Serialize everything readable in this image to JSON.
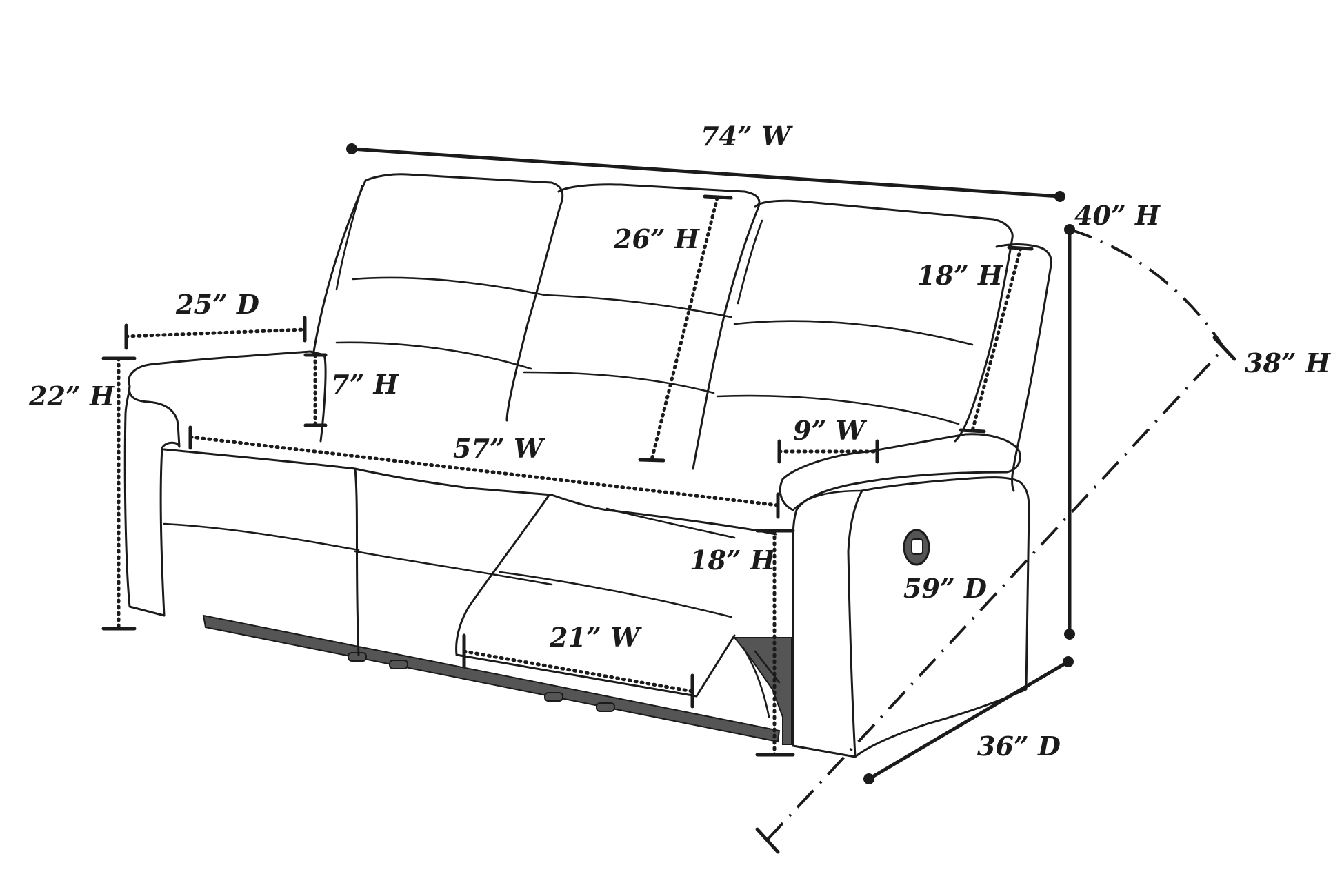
{
  "dimensions": {
    "overall_width": "74” W",
    "overall_height": "40” H",
    "reclined_height": "38” H",
    "overall_depth": "36” D",
    "reclined_depth": "59” D",
    "back_height": "26” H",
    "side_back_height": "18” H",
    "arm_depth": "25” D",
    "arm_height": "22” H",
    "arm_above_seat": "7” H",
    "seat_width": "57” W",
    "arm_width": "9” W",
    "seat_height": "18” H",
    "footrest_width": "21” W"
  },
  "colors": {
    "line": "#1b1b1b",
    "base": "#555555",
    "background": "#ffffff"
  },
  "icons": [
    "recliner-handle-icon"
  ]
}
